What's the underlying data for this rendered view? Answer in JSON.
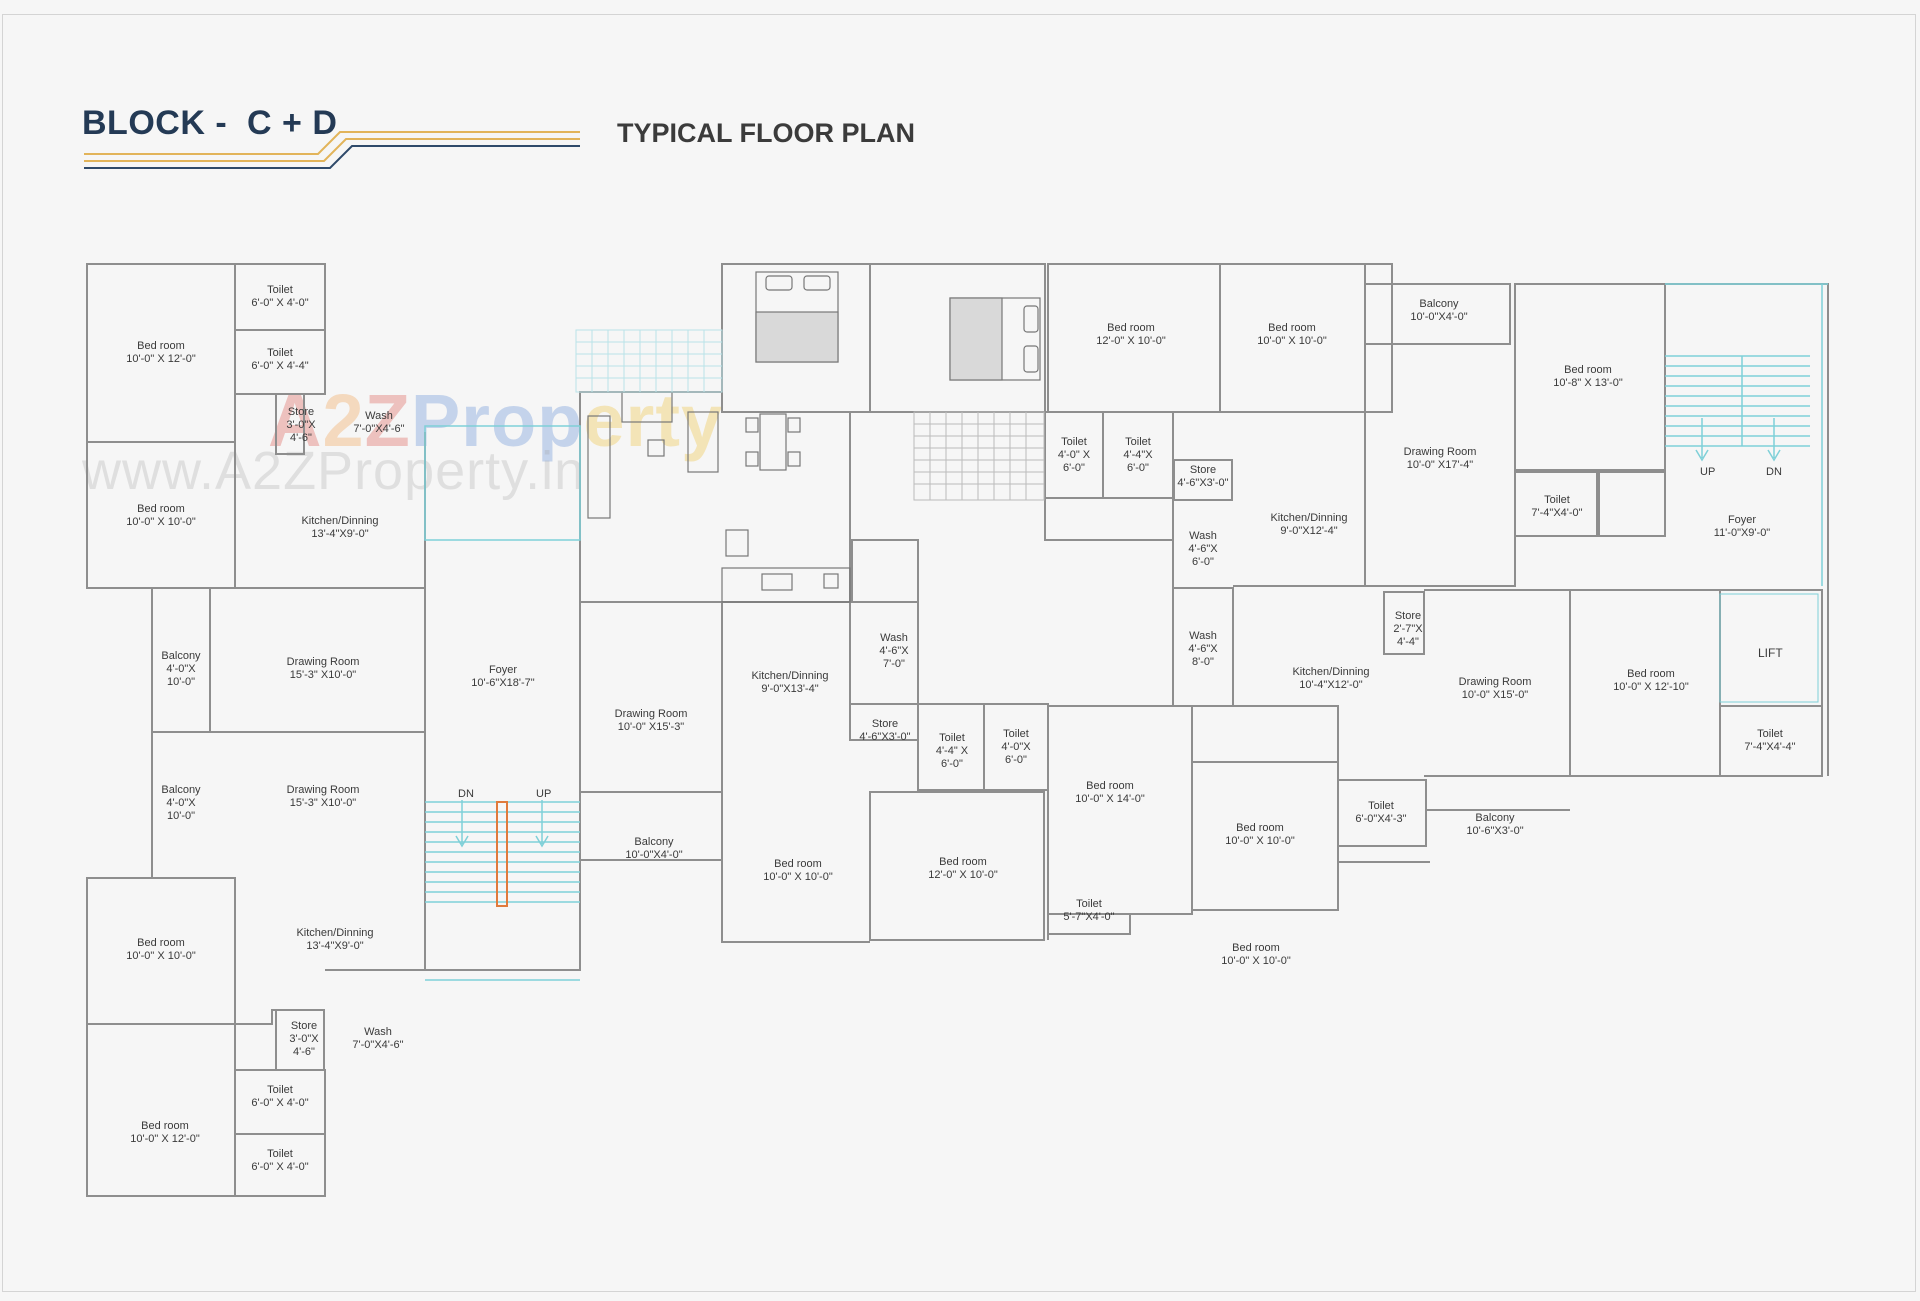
{
  "header": {
    "block_title": "BLOCK -  C + D",
    "plan_title": "TYPICAL FLOOR PLAN"
  },
  "watermark": {
    "logo": [
      "A",
      "2",
      "Z",
      "Prop",
      "erty"
    ],
    "url": "www.A2ZProperty.in"
  },
  "colors": {
    "title": "#243a55",
    "accent_line": "#e2b45a",
    "wall": "#8e8e8e",
    "stair": "#7fd0d8",
    "stair_handrail": "#e07b3c"
  },
  "rooms": [
    {
      "name": "Toilet",
      "size": "6'-0\" X 4'-0\""
    },
    {
      "name": "Bed room",
      "size": "10'-0\" X 12'-0\""
    },
    {
      "name": "Toilet",
      "size": "6'-0\" X 4'-4\""
    },
    {
      "name": "Store",
      "size": "3'-0\"X\n4'-6\""
    },
    {
      "name": "Wash",
      "size": "7'-0\"X4'-6\""
    },
    {
      "name": "Bed room",
      "size": "10'-0\" X 10'-0\""
    },
    {
      "name": "Kitchen/Dinning",
      "size": "13'-4\"X9'-0\""
    },
    {
      "name": "Balcony",
      "size": "4'-0\"X\n10'-0\""
    },
    {
      "name": "Drawing Room",
      "size": "15'-3\" X10'-0\""
    },
    {
      "name": "Foyer",
      "size": "10'-6\"X18'-7\""
    },
    {
      "name": "Balcony",
      "size": "4'-0\"X\n10'-0\""
    },
    {
      "name": "Drawing Room",
      "size": "15'-3\" X10'-0\""
    },
    {
      "name": "Bed room",
      "size": "10'-0\" X 10'-0\""
    },
    {
      "name": "Kitchen/Dinning",
      "size": "13'-4\"X9'-0\""
    },
    {
      "name": "Store",
      "size": "3'-0\"X\n4'-6\""
    },
    {
      "name": "Wash",
      "size": "7'-0\"X4'-6\""
    },
    {
      "name": "Toilet",
      "size": "6'-0\" X 4'-0\""
    },
    {
      "name": "Bed room",
      "size": "10'-0\" X 12'-0\""
    },
    {
      "name": "Toilet",
      "size": "6'-0\" X 4'-0\""
    },
    {
      "name": "Kitchen/Dinning",
      "size": "9'-0\"X13'-4\""
    },
    {
      "name": "Drawing Room",
      "size": "10'-0\" X15'-3\""
    },
    {
      "name": "Wash",
      "size": "4'-6\"X\n7'-0\""
    },
    {
      "name": "Store",
      "size": "4'-6\"X3'-0\""
    },
    {
      "name": "Toilet",
      "size": "4'-4\" X\n6'-0\""
    },
    {
      "name": "Toilet",
      "size": "4'-0\"X\n6'-0\""
    },
    {
      "name": "Balcony",
      "size": "10'-0\"X4'-0\""
    },
    {
      "name": "Bed room",
      "size": "10'-0\" X 10'-0\""
    },
    {
      "name": "Bed room",
      "size": "12'-0\" X 10'-0\""
    },
    {
      "name": "Bed room",
      "size": "10'-0\" X 14'-0\""
    },
    {
      "name": "Toilet",
      "size": "5'-7\"X4'-0\""
    },
    {
      "name": "Bed room",
      "size": "10'-0\" X 10'-0\""
    },
    {
      "name": "Bed room",
      "size": "12'-0\" X 10'-0\""
    },
    {
      "name": "Bed room",
      "size": "10'-0\" X 10'-0\""
    },
    {
      "name": "Toilet",
      "size": "4'-0\" X\n6'-0\""
    },
    {
      "name": "Toilet",
      "size": "4'-4\"X\n6'-0\""
    },
    {
      "name": "Store",
      "size": "4'-6\"X3'-0\""
    },
    {
      "name": "Kitchen/Dinning",
      "size": "9'-0\"X12'-4\""
    },
    {
      "name": "Wash",
      "size": "4'-6\"X\n6'-0\""
    },
    {
      "name": "Balcony",
      "size": "10'-0\"X4'-0\""
    },
    {
      "name": "Drawing Room",
      "size": "10'-0\" X17'-4\""
    },
    {
      "name": "Bed room",
      "size": "10'-8\" X 13'-0\""
    },
    {
      "name": "Toilet",
      "size": "7'-4\"X4'-0\""
    },
    {
      "name": "Foyer",
      "size": "11'-0\"X9'-0\""
    },
    {
      "name": "Wash",
      "size": "4'-6\"X\n8'-0\""
    },
    {
      "name": "Kitchen/Dinning",
      "size": "10'-4\"X12'-0\""
    },
    {
      "name": "Store",
      "size": "2'-7\"X\n4'-4\""
    },
    {
      "name": "Drawing Room",
      "size": "10'-0\" X15'-0\""
    },
    {
      "name": "Bed room",
      "size": "10'-0\" X 12'-10\""
    },
    {
      "name": "Toilet",
      "size": "7'-4\"X4'-4\""
    },
    {
      "name": "Toilet",
      "size": "6'-0\"X4'-3\""
    },
    {
      "name": "Balcony",
      "size": "10'-6\"X3'-0\""
    },
    {
      "name": "Bed room",
      "size": "10'-0\" X 10'-0\""
    }
  ],
  "stairs": {
    "left": {
      "dn": "DN",
      "up": "UP"
    },
    "right": {
      "up": "UP",
      "dn": "DN"
    }
  },
  "lift": "LIFT"
}
